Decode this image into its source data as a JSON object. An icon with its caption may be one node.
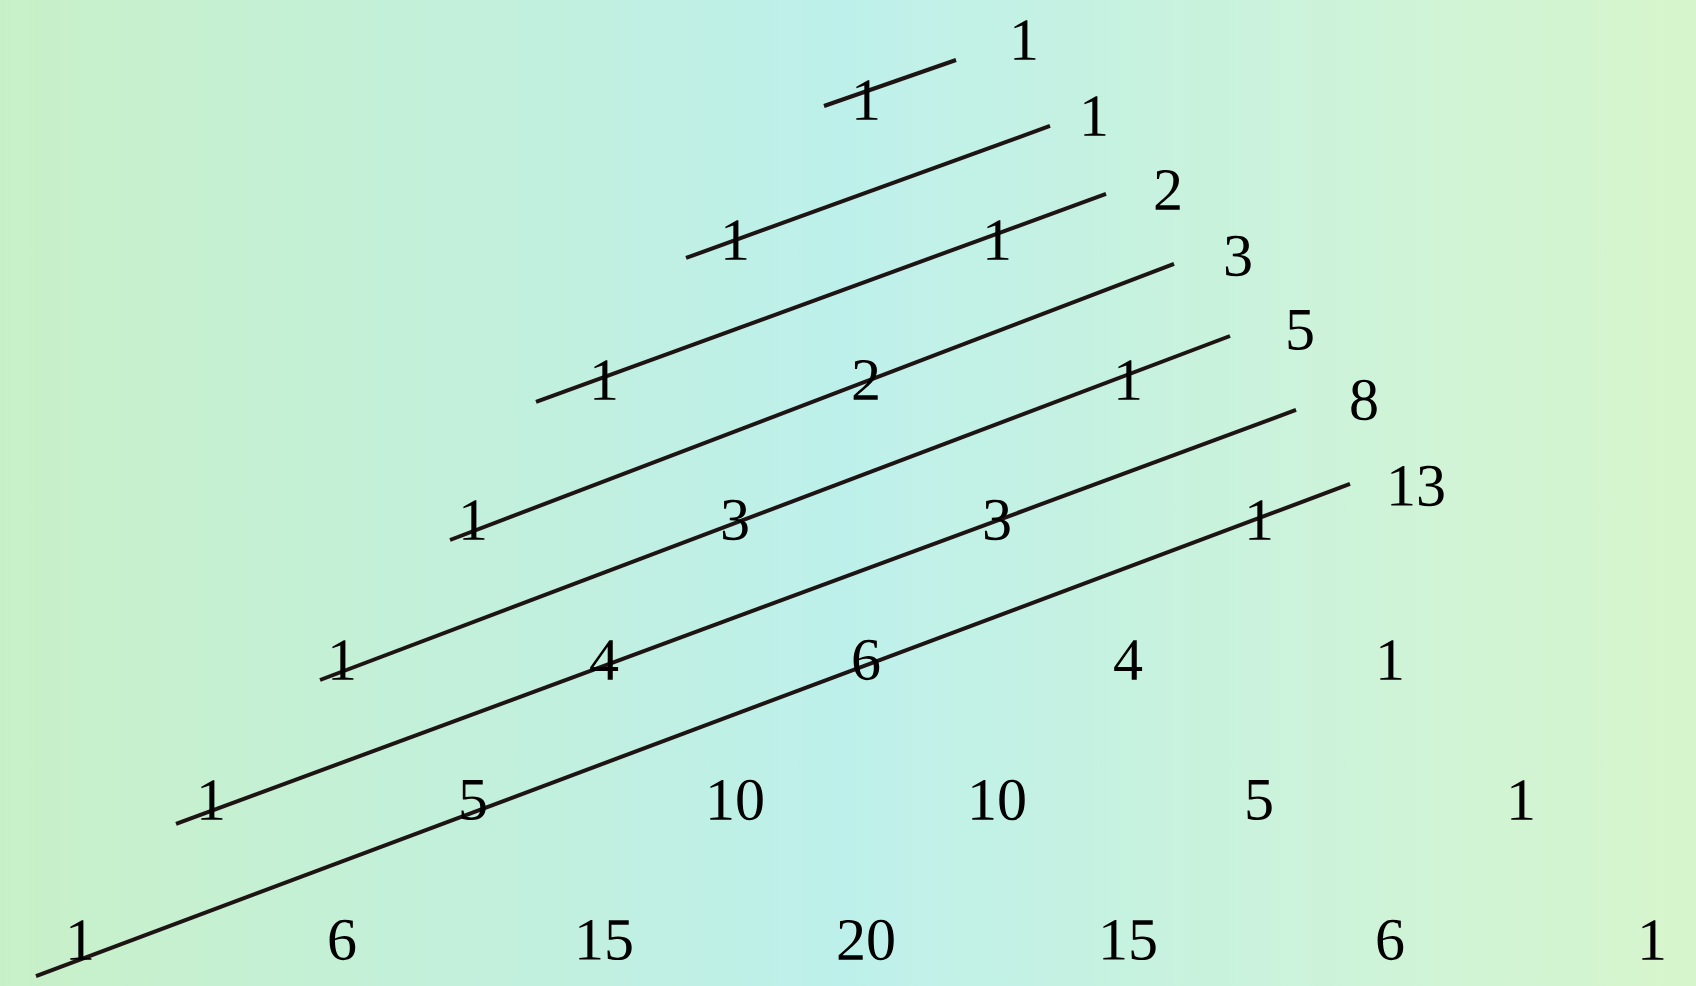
{
  "diagram": {
    "labels": [
      "1",
      "1",
      "1",
      "1",
      "2",
      "1",
      "1",
      "3",
      "3",
      "1",
      "1",
      "4",
      "6",
      "4",
      "1",
      "1",
      "5",
      "10",
      "10",
      "5",
      "1",
      "1",
      "6",
      "15",
      "20",
      "15",
      "6",
      "1",
      "1",
      "1",
      "2",
      "3",
      "5",
      "8",
      "13"
    ]
  }
}
